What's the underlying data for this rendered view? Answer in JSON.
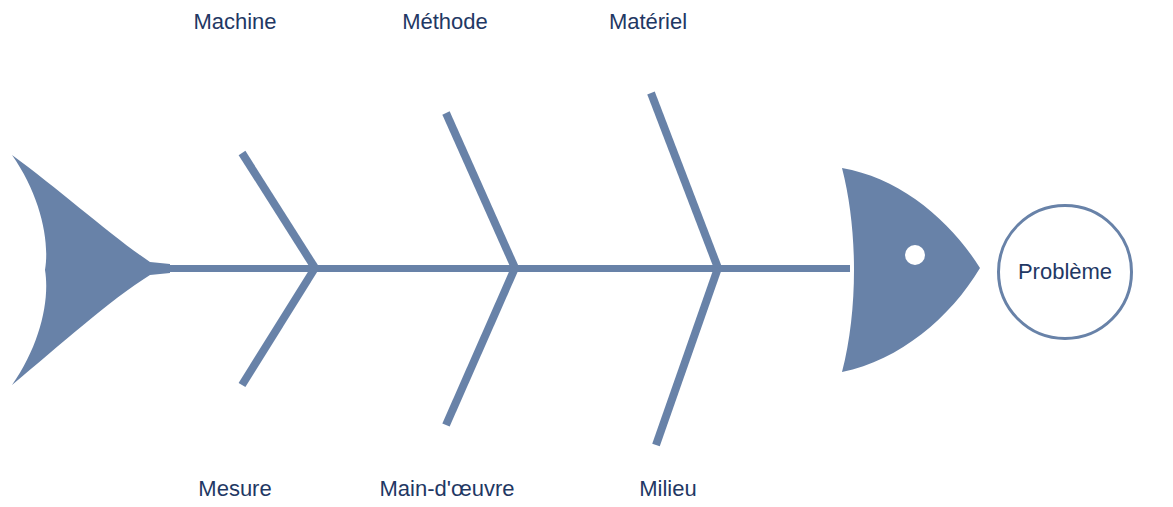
{
  "diagram": {
    "nodes": [
      {
        "text": [
          "Problème"
        ]
      }
    ],
    "labels": [
      "Machine",
      "Méthode",
      "Matériel",
      "Mesure",
      "Main-d'œuvre",
      "Milieu"
    ]
  }
}
